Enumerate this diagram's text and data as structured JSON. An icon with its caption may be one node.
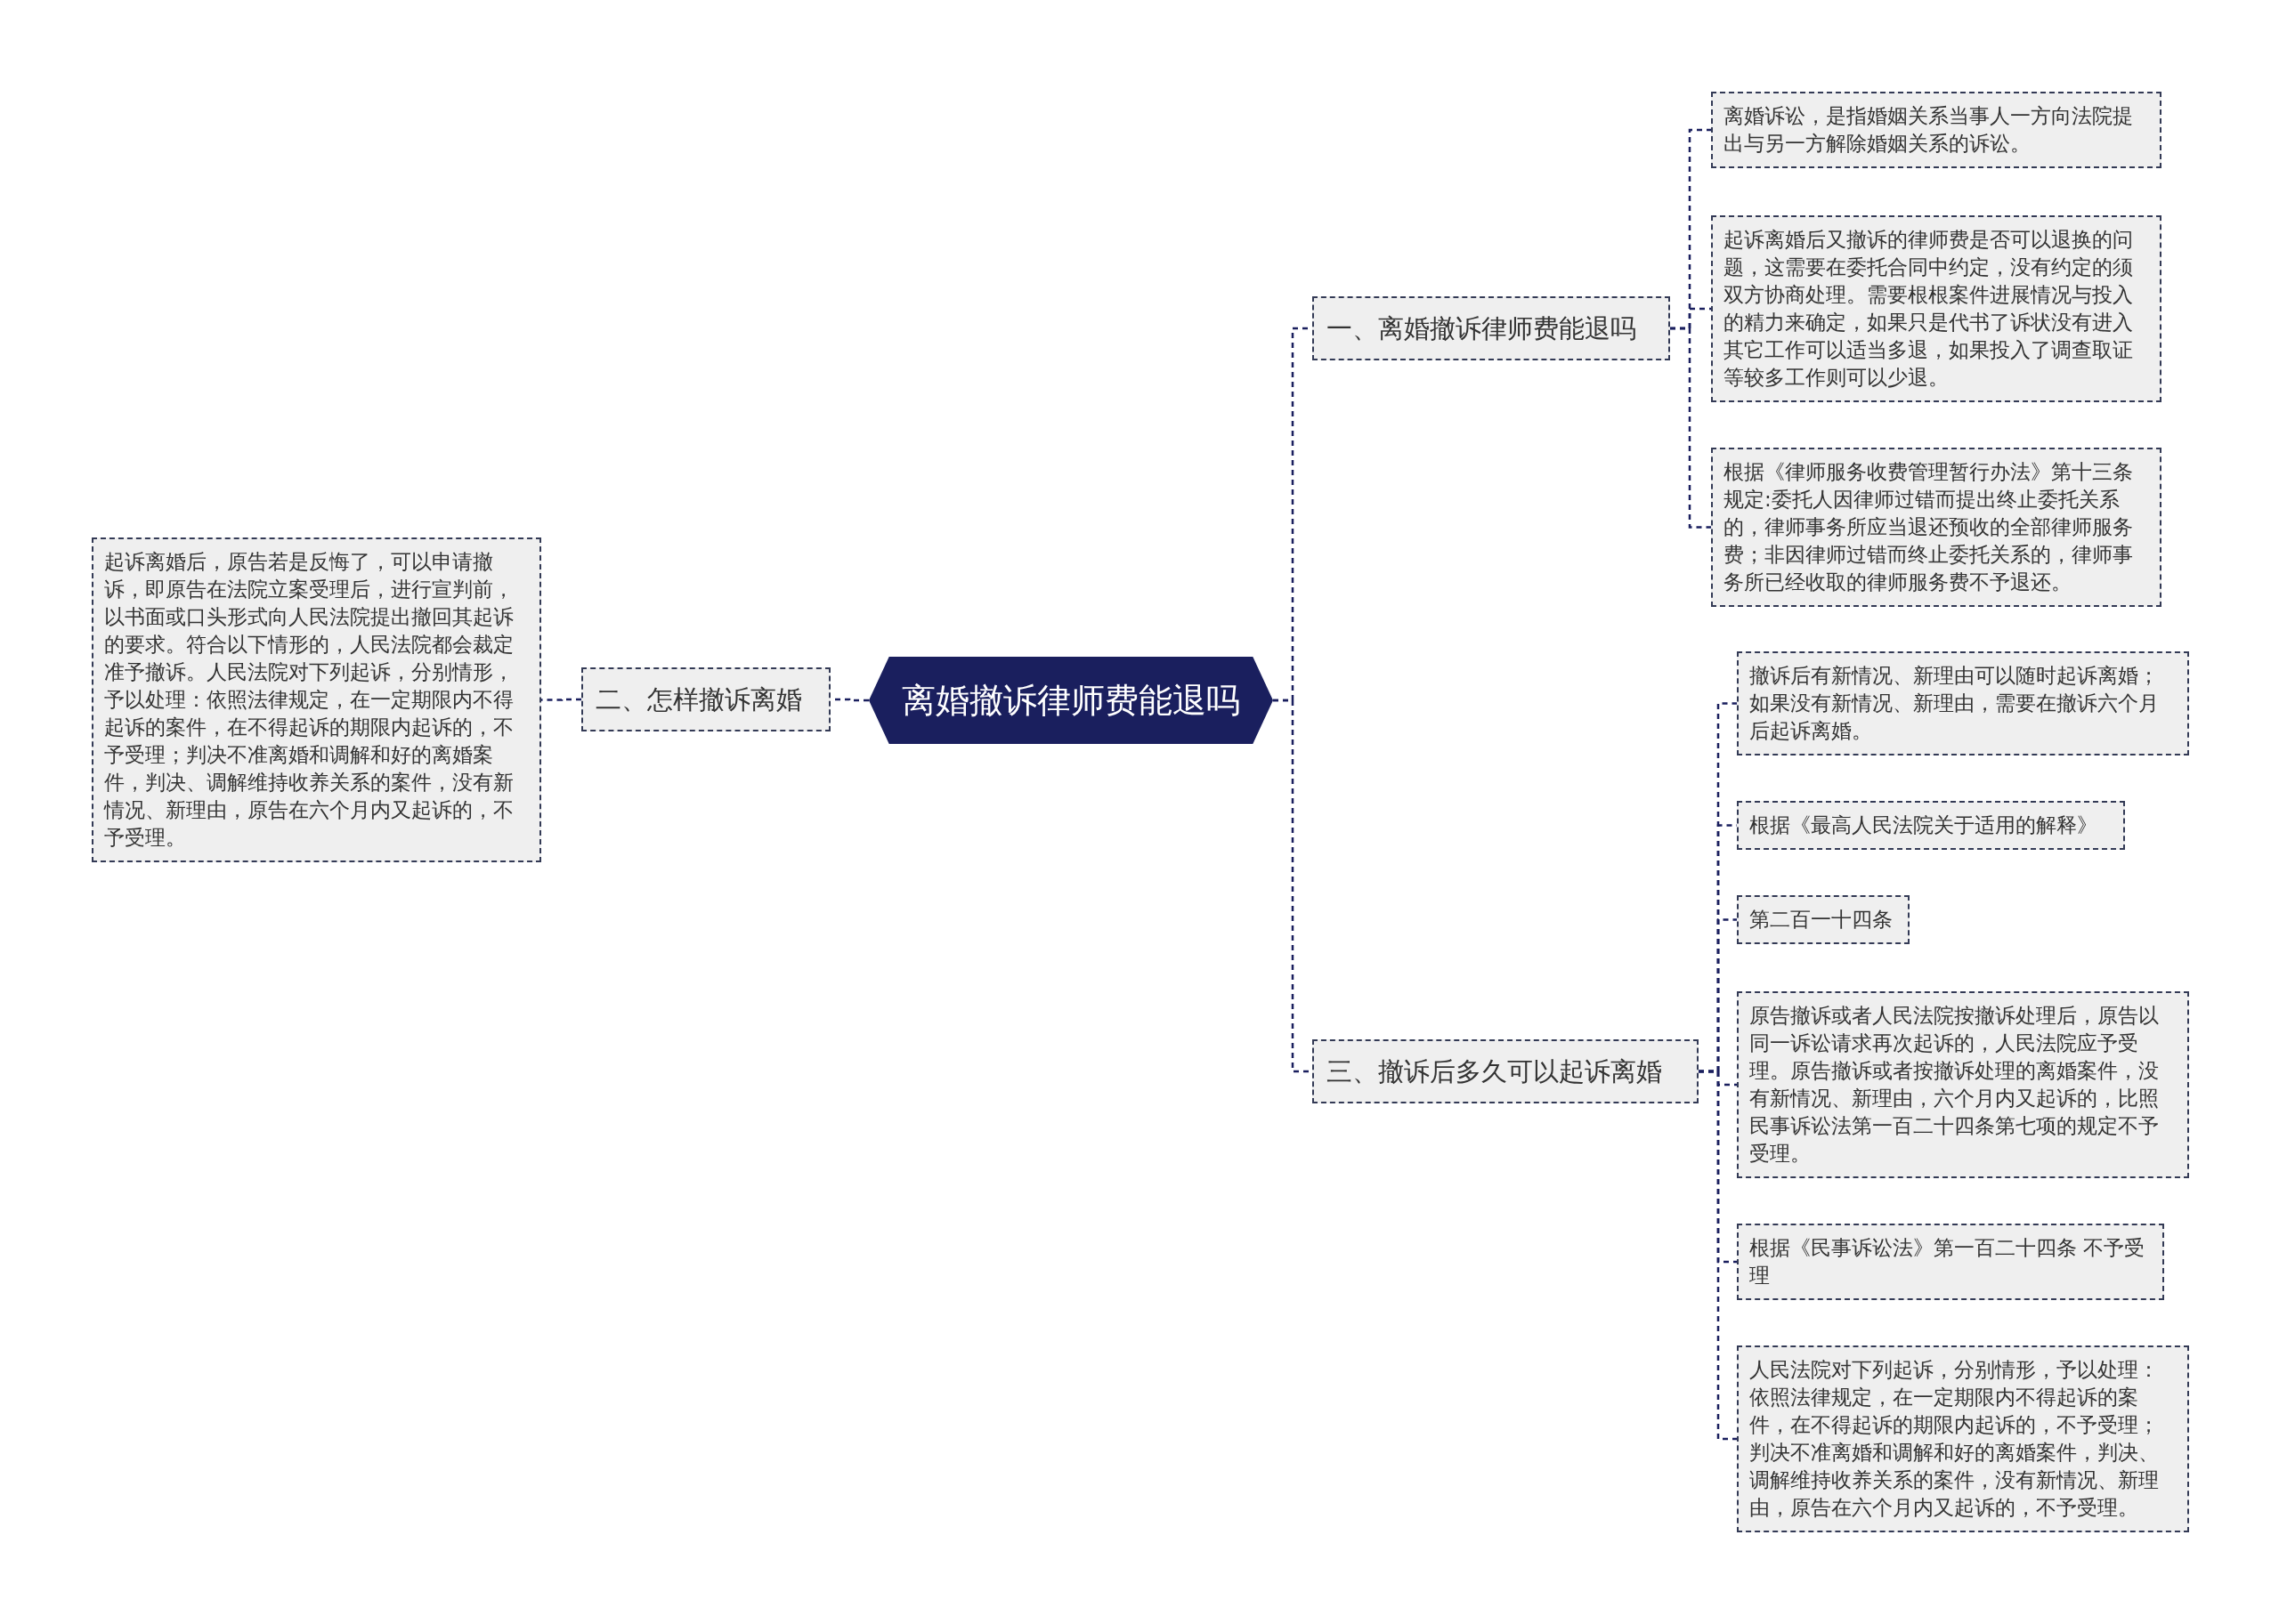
{
  "diagram": {
    "nodes": [
      {
        "text": [
          "离婚撤诉律师费能退吗"
        ]
      },
      {
        "text": [
          "一、离婚撤诉律师费能退吗"
        ]
      },
      {
        "text": [
          "离婚诉讼，是指婚姻关系当事人一方向法院提出与另一方解除婚姻关系的诉讼。"
        ]
      },
      {
        "text": [
          "起诉离婚后又撤诉的律师费是否可以退换的问题，这需要在委托合同中约定，没有约定的须双方协商处理。需要根根案件进展情况与投入的精力来确定，如果只是代书了诉状没有进入其它工作可以适当多退，如果投入了调查取证等较多工作则可以少退。"
        ]
      },
      {
        "text": [
          "根据《律师服务收费管理暂行办法》第十三条规定:委托人因律师过错而提出终止委托关系的，律师事务所应当退还预收的全部律师服务费；非因律师过错而终止委托关系的，律师事务所已经收取的律师服务费不予退还。"
        ]
      },
      {
        "text": [
          "二、怎样撤诉离婚"
        ]
      },
      {
        "text": [
          "起诉离婚后，原告若是反悔了，可以申请撤诉，即原告在法院立案受理后，进行宣判前，以书面或口头形式向人民法院提出撤回其起诉的要求。符合以下情形的，人民法院都会裁定准予撤诉。人民法院对下列起诉，分别情形，予以处理：依照法律规定，在一定期限内不得起诉的案件，在不得起诉的期限内起诉的，不予受理；判决不准离婚和调解和好的离婚案件，判决、调解维持收养关系的案件，没有新情况、新理由，原告在六个月内又起诉的，不予受理。"
        ]
      },
      {
        "text": [
          "三、撤诉后多久可以起诉离婚"
        ]
      },
      {
        "text": [
          "撤诉后有新情况、新理由可以随时起诉离婚；如果没有新情况、新理由，需要在撤诉六个月后起诉离婚。"
        ]
      },
      {
        "text": [
          "根据《最高人民法院关于适用的解释》"
        ]
      },
      {
        "text": [
          "第二百一十四条"
        ]
      },
      {
        "text": [
          "原告撤诉或者人民法院按撤诉处理后，原告以同一诉讼请求再次起诉的，人民法院应予受理。原告撤诉或者按撤诉处理的离婚案件，没有新情况、新理由，六个月内又起诉的，比照民事诉讼法第一百二十四条第七项的规定不予受理。"
        ]
      },
      {
        "text": [
          "根据《民事诉讼法》第一百二十四条 不予受理"
        ]
      },
      {
        "text": [
          "人民法院对下列起诉，分别情形，予以处理：依照法律规定，在一定期限内不得起诉的案件，在不得起诉的期限内起诉的，不予受理；判决不准离婚和调解和好的离婚案件，判决、调解维持收养关系的案件，没有新情况、新理由，原告在六个月内又起诉的，不予受理。"
        ]
      }
    ],
    "edges": [
      {
        "from": 0,
        "to": 1,
        "arrow": "none"
      },
      {
        "from": 1,
        "to": 2,
        "arrow": "none"
      },
      {
        "from": 1,
        "to": 3,
        "arrow": "none"
      },
      {
        "from": 1,
        "to": 4,
        "arrow": "none"
      },
      {
        "from": 0,
        "to": 5,
        "arrow": "none"
      },
      {
        "from": 5,
        "to": 6,
        "arrow": "none"
      },
      {
        "from": 0,
        "to": 7,
        "arrow": "none"
      },
      {
        "from": 7,
        "to": 8,
        "arrow": "none"
      },
      {
        "from": 7,
        "to": 9,
        "arrow": "none"
      },
      {
        "from": 7,
        "to": 10,
        "arrow": "none"
      },
      {
        "from": 7,
        "to": 11,
        "arrow": "none"
      },
      {
        "from": 7,
        "to": 12,
        "arrow": "none"
      },
      {
        "from": 7,
        "to": 13,
        "arrow": "none"
      }
    ]
  }
}
